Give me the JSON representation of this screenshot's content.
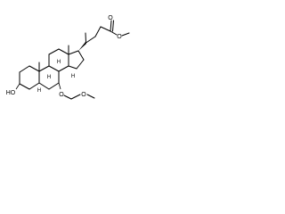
{
  "molecule": {
    "labels": {
      "hydroxyl": "HO",
      "ring_oxygen_1": "O",
      "ring_oxygen_2": "O",
      "ester_carbonyl_o": "O",
      "ester_o": "O",
      "h_8": "H",
      "h_9": "H",
      "h_14": "H",
      "h_5": "H"
    }
  }
}
